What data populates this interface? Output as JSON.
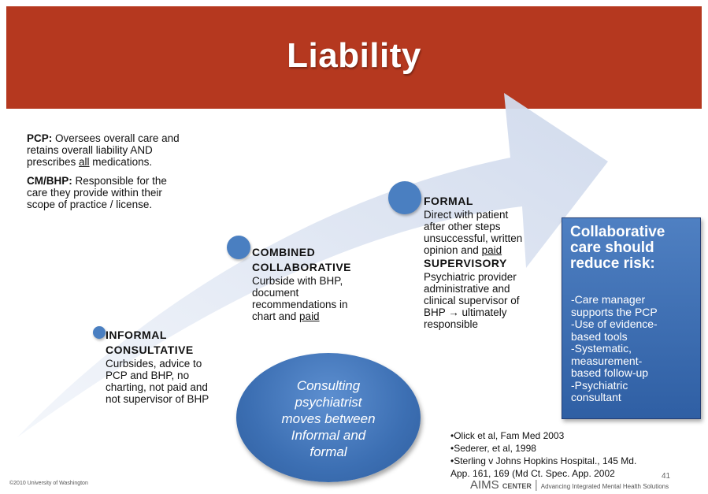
{
  "title": "Liability",
  "roles": {
    "pcp_label": "PCP:",
    "pcp_lines": [
      "Oversees overall care and",
      "retains overall liability AND",
      "prescribes "
    ],
    "pcp_underlined": "all",
    "pcp_tail": " medications.",
    "cm_label": "CM/BHP:",
    "cm_lines": [
      "Responsible for the",
      "care they provide within their",
      "scope of practice / license."
    ]
  },
  "stages": {
    "informal": {
      "heading1": "INFORMAL",
      "heading2": "CONSULTATIVE",
      "lines": [
        "Curbsides, advice to",
        "PCP and BHP, no",
        "charting, not paid and",
        "not supervisor of BHP"
      ]
    },
    "combined": {
      "heading1": "COMBINED",
      "heading2": "COLLABORATIVE",
      "lines": [
        "Curbside with BHP,",
        "document",
        "recommendations in"
      ],
      "last_prefix": "chart and ",
      "last_underlined": "paid"
    },
    "formal": {
      "heading1": "FORMAL",
      "lines": [
        "Direct with patient",
        "after other steps",
        "unsuccessful, written"
      ],
      "last_prefix": "opinion and ",
      "last_underlined": "paid",
      "heading2": "SUPERVISORY",
      "lines2": [
        "Psychiatric provider",
        "administrative and",
        "clinical supervisor of",
        "BHP → ultimately",
        "responsible"
      ]
    }
  },
  "ellipse": {
    "lines": [
      "Consulting",
      "psychiatrist",
      "moves between",
      "Informal and",
      "formal"
    ]
  },
  "box": {
    "title_lines": [
      "Collaborative",
      "care should",
      "reduce risk:"
    ],
    "items": [
      "-Care manager",
      "supports the PCP",
      "-Use of evidence-",
      "based tools",
      "-Systematic,",
      "measurement-",
      "based follow-up",
      "-Psychiatric",
      "consultant"
    ]
  },
  "references": [
    "•Olick et al, Fam Med 2003",
    "•Sederer, et al, 1998",
    "•Sterling v Johns Hopkins Hospital., 145 Md.",
    "App. 161, 169 (Md Ct. Spec. App. 2002"
  ],
  "footer": {
    "copyright": "©2010 University of Washington",
    "page_number": "41",
    "aims": "AIMS",
    "center": "CENTER",
    "separator": "|",
    "tagline": "Advancing Integrated Mental Health Solutions"
  },
  "colors": {
    "banner": "#b5381f",
    "accent_blue": "#4a7fc1",
    "arrow": "#dde4f1"
  }
}
